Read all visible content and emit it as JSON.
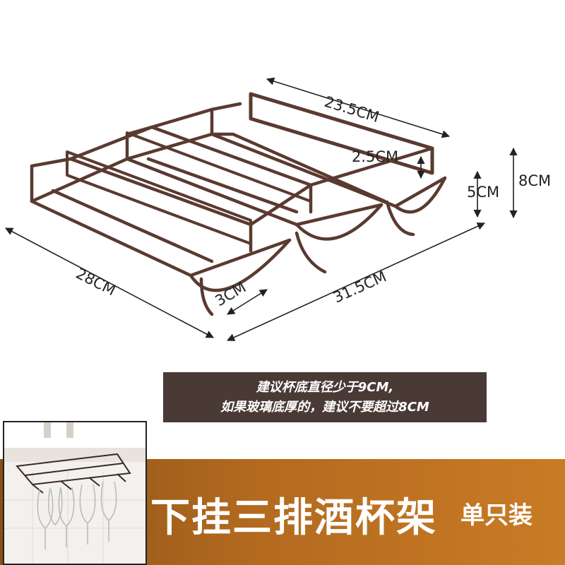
{
  "dimensions": {
    "width_top": "23.5CM",
    "lip_height": "2.5CM",
    "cup_depth": "5CM",
    "total_height": "8CM",
    "depth": "28CM",
    "slot_width": "3CM",
    "width_bottom": "31.5CM"
  },
  "notice": {
    "line1": "建议杯底直径少于9CM,",
    "line2": "如果玻璃底厚的，建议不要超过8CM"
  },
  "banner": {
    "title": "下挂三排酒杯架",
    "subtitle": "单只装"
  },
  "colors": {
    "rack": "#5a3a30",
    "notice_bg": "#4a3a36",
    "banner_start": "#8a4f16",
    "banner_end": "#c97b25"
  }
}
